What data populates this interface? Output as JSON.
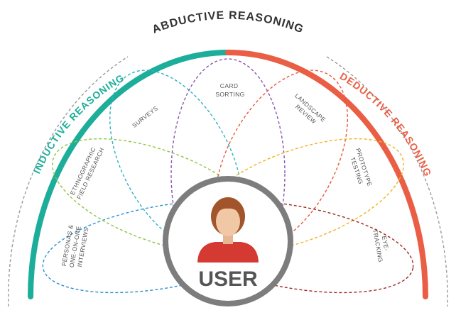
{
  "diagram": {
    "top_label": "ABDUCTIVE REASONING",
    "left_label": "INDUCTIVE REASONING",
    "right_label": "DEDUCTIVE REASONING",
    "center_label": "USER",
    "colors": {
      "inductive": "#1cae9a",
      "deductive": "#ea5e45",
      "outer_dash": "#9a9a9a",
      "user_ring": "#7d7d7d",
      "user_shirt": "#d53a32",
      "user_hair": "#a2552a",
      "user_face": "#f1c8a5",
      "text": "#555555"
    },
    "methods": [
      {
        "id": "personas",
        "lines": [
          "PERSONAS &",
          "ONE-ON-ONE",
          "INTERVIEWS"
        ],
        "color": "#2a8fd0"
      },
      {
        "id": "ethnographic",
        "lines": [
          "ETHNOGRAPHIC",
          "FIELD RESEARCH"
        ],
        "color": "#8cc63f"
      },
      {
        "id": "surveys",
        "lines": [
          "SURVEYS"
        ],
        "color": "#2ab3c4"
      },
      {
        "id": "card-sorting",
        "lines": [
          "CARD",
          "SORTING"
        ],
        "color": "#8a55b2"
      },
      {
        "id": "landscape-review",
        "lines": [
          "LANDSCAPE",
          "REVIEW"
        ],
        "color": "#e8583a"
      },
      {
        "id": "prototype-testing",
        "lines": [
          "PROTOTYPE",
          "TESTING"
        ],
        "color": "#f0b21a"
      },
      {
        "id": "eye-tracking",
        "lines": [
          "EYE-",
          "TRACKING"
        ],
        "color": "#a0291f"
      }
    ]
  }
}
